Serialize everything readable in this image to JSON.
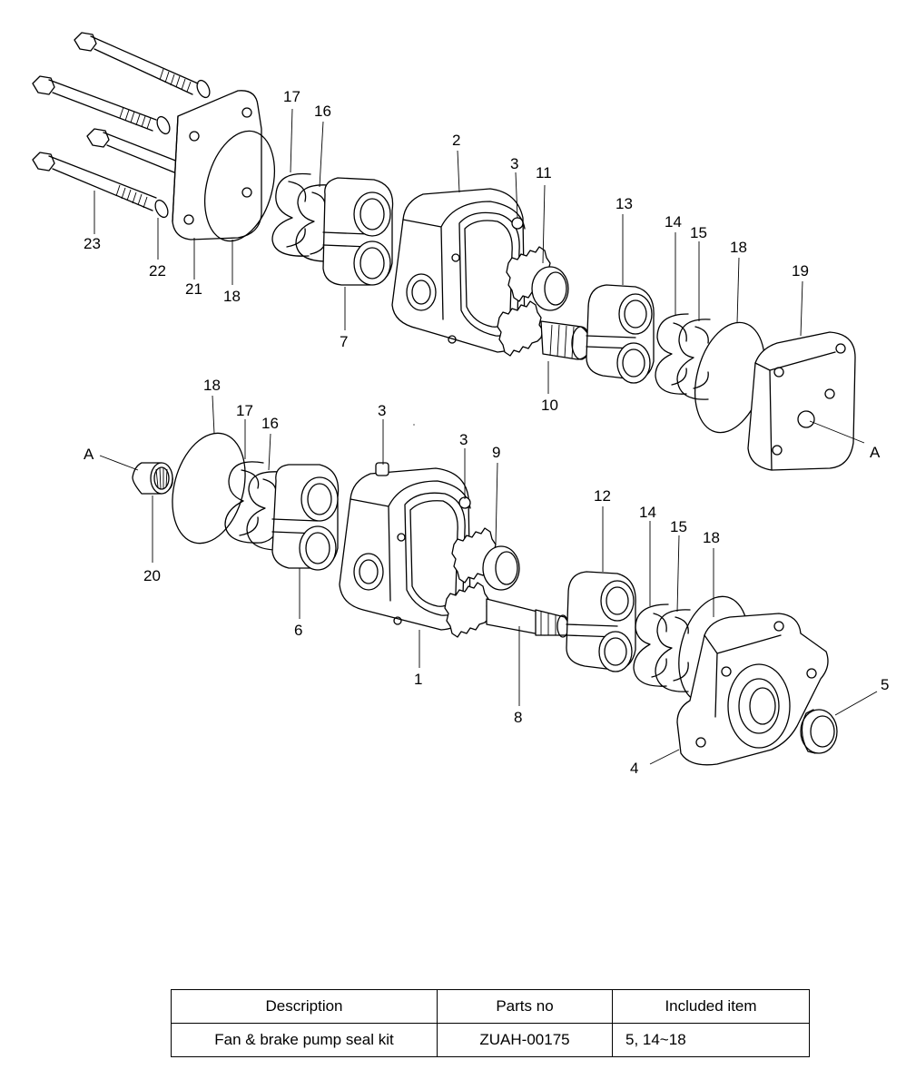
{
  "callouts": [
    {
      "id": "c23",
      "text": "23"
    },
    {
      "id": "c22",
      "text": "22"
    },
    {
      "id": "c21",
      "text": "21"
    },
    {
      "id": "c18a",
      "text": "18"
    },
    {
      "id": "c17a",
      "text": "17"
    },
    {
      "id": "c16a",
      "text": "16"
    },
    {
      "id": "c7",
      "text": "7"
    },
    {
      "id": "c2",
      "text": "2"
    },
    {
      "id": "c3a",
      "text": "3"
    },
    {
      "id": "c11",
      "text": "11"
    },
    {
      "id": "c10",
      "text": "10"
    },
    {
      "id": "c13",
      "text": "13"
    },
    {
      "id": "c14a",
      "text": "14"
    },
    {
      "id": "c15a",
      "text": "15"
    },
    {
      "id": "c18b",
      "text": "18"
    },
    {
      "id": "c19",
      "text": "19"
    },
    {
      "id": "cAr",
      "text": "A"
    },
    {
      "id": "cAl",
      "text": "A"
    },
    {
      "id": "c20",
      "text": "20"
    },
    {
      "id": "c18c",
      "text": "18"
    },
    {
      "id": "c17b",
      "text": "17"
    },
    {
      "id": "c16b",
      "text": "16"
    },
    {
      "id": "c6",
      "text": "6"
    },
    {
      "id": "c3b",
      "text": "3"
    },
    {
      "id": "c3c",
      "text": "3"
    },
    {
      "id": "c9",
      "text": "9"
    },
    {
      "id": "c1",
      "text": "1"
    },
    {
      "id": "c8",
      "text": "8"
    },
    {
      "id": "c12",
      "text": "12"
    },
    {
      "id": "c14b",
      "text": "14"
    },
    {
      "id": "c15b",
      "text": "15"
    },
    {
      "id": "c18d",
      "text": "18"
    },
    {
      "id": "c5",
      "text": "5"
    },
    {
      "id": "c4",
      "text": "4"
    }
  ],
  "table": {
    "headers": [
      "Description",
      "Parts no",
      "Included item"
    ],
    "rows": [
      [
        "Fan & brake pump seal kit",
        "ZUAH-00175",
        "5, 14~18"
      ]
    ]
  }
}
